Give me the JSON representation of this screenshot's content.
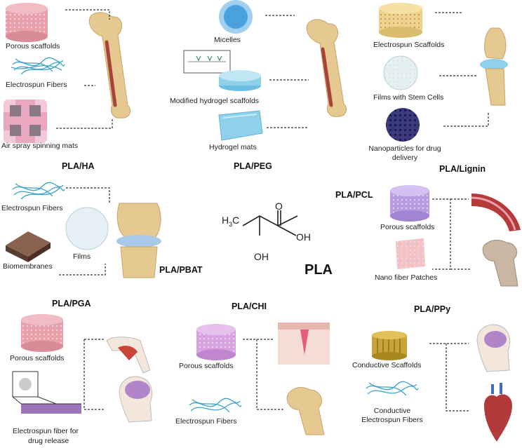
{
  "center": {
    "name": "PLA",
    "ch3": "H",
    "ch3_sub": "3",
    "ch3_c": "C",
    "o": "O",
    "oh_acid": "OH",
    "oh_alpha": "OH"
  },
  "groups": [
    {
      "key": "ha",
      "title": "PLA/HA",
      "items": [
        "Porous scaffolds",
        "Electrospun Fibers",
        "Air spray spinning mats"
      ]
    },
    {
      "key": "peg",
      "title": "PLA/PEG",
      "items": [
        "Micelles",
        "Modified hydrogel scaffolds",
        "Hydrogel mats"
      ]
    },
    {
      "key": "lignin",
      "title": "PLA/Lignin",
      "items": [
        "Electrospun Scaffolds",
        "Films with Stem Cells",
        "Nanoparticles for drug",
        "delivery"
      ]
    },
    {
      "key": "pbat",
      "title": "PLA/PBAT",
      "items": [
        "Electrospun Fibers",
        "Films",
        "Biomembranes"
      ]
    },
    {
      "key": "pcl",
      "title": "PLA/PCL",
      "items": [
        "Porous scaffolds",
        "Nano fiber Patches"
      ]
    },
    {
      "key": "pga",
      "title": "PLA/PGA",
      "items": [
        "Porous scaffolds",
        "Electrospun fiber for",
        "drug release"
      ]
    },
    {
      "key": "chi",
      "title": "PLA/CHI",
      "items": [
        "Porous scaffolds",
        "Electrospun Fibers"
      ]
    },
    {
      "key": "ppy",
      "title": "PLA/PPy",
      "items": [
        "Conductive Scaffolds",
        "Conductive",
        "Electrospun Fibers"
      ]
    }
  ],
  "colors": {
    "pink_scaffold": "#e8a0aa",
    "purple_scaffold": "#b89be0",
    "fiber_blue": "#3ea3c8",
    "bone": "#e6c891",
    "marrow": "#a8433a",
    "micelle": "#4aa3dc",
    "hydrogel": "#8fd0ea",
    "lignin_np": "#3c3a7a",
    "biomembrane": "#6b4a3a",
    "gold_scaffold": "#c9a43a"
  }
}
